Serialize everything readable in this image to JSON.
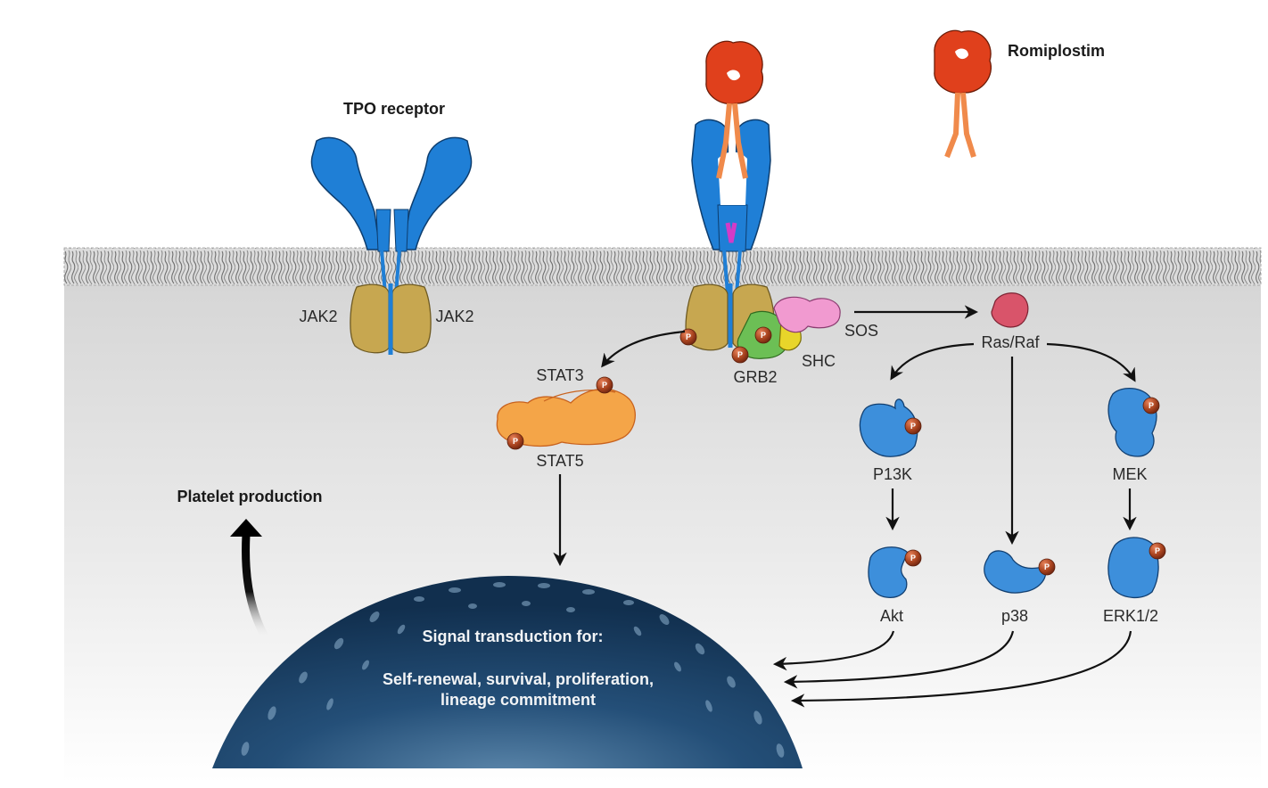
{
  "title": "TPO receptor signaling activated by Romiplostim",
  "labels": {
    "tpo_receptor": "TPO receptor",
    "romiplostim": "Romiplostim",
    "jak2_left": "JAK2",
    "jak2_right": "JAK2",
    "sos": "SOS",
    "shc": "SHC",
    "grb2": "GRB2",
    "ras_raf": "Ras/Raf",
    "stat3": "STAT3",
    "stat5": "STAT5",
    "pi3k": "P13K",
    "mek": "MEK",
    "akt": "Akt",
    "p38": "p38",
    "erk": "ERK1/2",
    "platelet_production": "Platelet production",
    "phospho": "P"
  },
  "nucleus": {
    "line1": "Signal transduction for:",
    "line2": "Self-renewal, survival, proliferation,",
    "line3": "lineage commitment"
  },
  "colors": {
    "receptor_blue": "#1f7fd6",
    "romiplostim_red": "#e0401c",
    "romiplostim_tail": "#f08a4b",
    "jak_gold": "#c7a750",
    "grb2_green": "#6cbf55",
    "shc_yellow": "#e8d52a",
    "sos_pink": "#f19ad0",
    "ras_red": "#d9546a",
    "stat_orange": "#f4a548",
    "kinase_blue": "#3d8fdb",
    "phospho_brown": "#a8431f",
    "nucleus_dark": "#16385a",
    "nucleus_light": "#4b7aa0",
    "membrane_gray": "#c9c9c9",
    "cytoplasm_gray": "#d9d9d9",
    "receptor_tm_magenta": "#d33bc7"
  },
  "icons": {
    "phospho": "phospho-circle",
    "arrow": "arrow-icon"
  }
}
